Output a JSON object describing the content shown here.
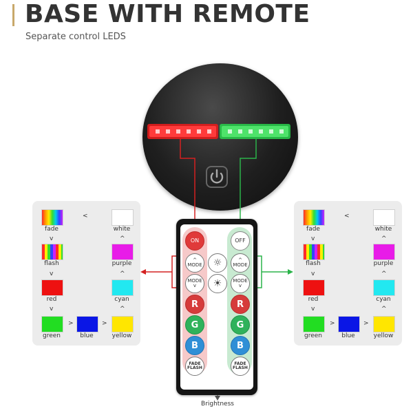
{
  "header": {
    "title": "BASE WITH REMOTE",
    "subtitle": "Separate control LEDS"
  },
  "colors": {
    "red_led": "#e31c1c",
    "green_led": "#28c84a",
    "red_line": "#d42020",
    "green_line": "#2bb34a",
    "panel_bg": "#ececec"
  },
  "panel": {
    "fade": "fade",
    "white": "white",
    "flash": "flash",
    "purple": "purple",
    "red": "red",
    "cyan": "cyan",
    "green": "green",
    "blue": "blue",
    "yellow": "yellow",
    "lt": "<",
    "gt": ">",
    "down": "v",
    "up": "^"
  },
  "remote": {
    "on": "ON",
    "off": "OFF",
    "mode": "MODE",
    "mode_up": "^",
    "mode_down": "v",
    "r": "R",
    "g": "G",
    "b": "B",
    "fade": "FADE",
    "flash": "FLASH"
  },
  "brightness_label": "Brightness"
}
